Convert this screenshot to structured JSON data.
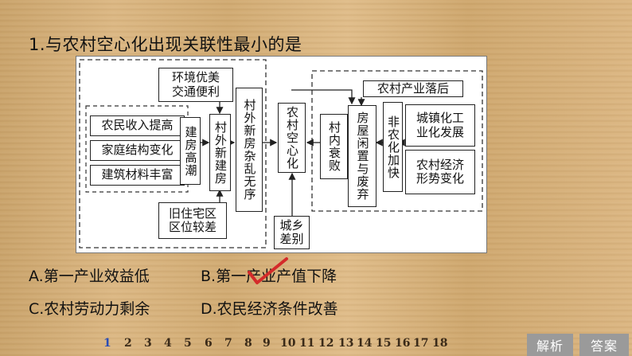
{
  "question": {
    "text": "1.与农村空心化出现关联性最小的是"
  },
  "diagram": {
    "nodes": {
      "environment": "环境优美\n交通便利",
      "income": "农民收入提高",
      "family": "家庭结构变化",
      "materials": "建筑材料丰富",
      "build_boom": "建房高潮",
      "village_outside": "村外新建房",
      "old_site": "旧住宅区\n区位较差",
      "chaos": "村外新房杂乱无序",
      "hollow": "农村空心化",
      "decline": "村内衰败",
      "idle": "房屋闲置与废弃",
      "industry_lag": "农村产业落后",
      "non_agri": "非农化加快",
      "urbanization": "城镇化工\n业化发展",
      "economy": "农村经济\n形势变化",
      "urban_rural": "城乡\n差别"
    }
  },
  "options": {
    "a": "A.第一产业效益低",
    "b": "B.第一产业产值下降",
    "c": "C.农村劳动力剩余",
    "d": "D.农民经济条件改善"
  },
  "answer_mark": {
    "color": "#d42a2a"
  },
  "nav": {
    "pages": [
      "1",
      "2",
      "3",
      "4",
      "5",
      "6",
      "7",
      "8",
      "9",
      "10",
      "11",
      "12",
      "13",
      "14",
      "15",
      "16",
      "17",
      "18"
    ],
    "current": "1",
    "analysis_label": "解析",
    "answer_label": "答案"
  }
}
